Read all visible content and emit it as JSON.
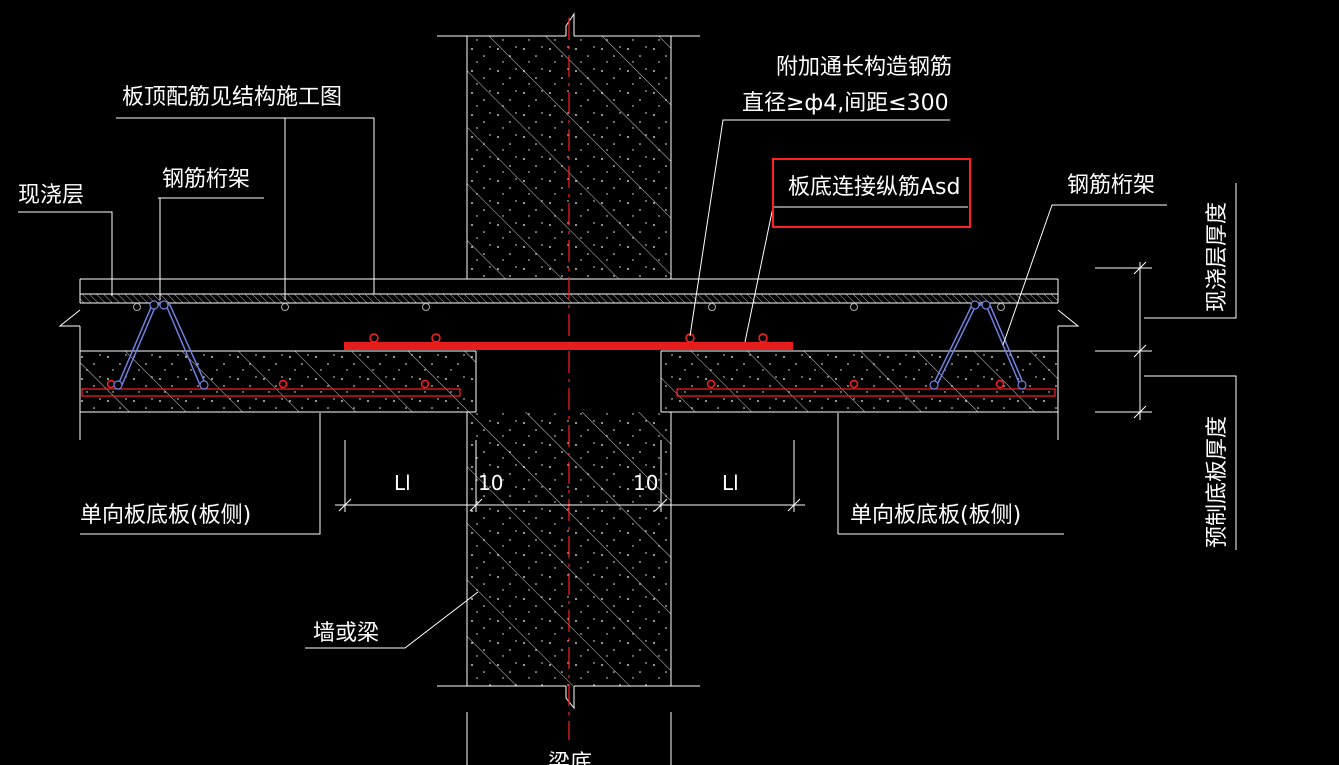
{
  "labels": {
    "cast_layer": "现浇层",
    "top_rebar_note": "板顶配筋见结构施工图",
    "truss_left": "钢筋桁架",
    "truss_right": "钢筋桁架",
    "additional_rebar_line1": "附加通长构造钢筋",
    "additional_rebar_line2": "直径≥ф4,间距≤300",
    "bottom_connection_rebar": "板底连接纵筋Asd",
    "slab_left": "单向板底板(板侧)",
    "slab_right": "单向板底板(板侧)",
    "wall_or_beam": "墙或梁",
    "beam_bottom": "梁底",
    "cast_thickness": "现浇层厚度",
    "precast_thickness": "预制底板厚度"
  },
  "dimensions": {
    "left_length": "Ll",
    "left_gap": "10",
    "right_gap": "10",
    "right_length": "Ll"
  },
  "colors": {
    "background": "#000000",
    "lines": "#ffffff",
    "rebar": "#ff2020",
    "truss": "#7080e0",
    "highlight_box": "#ff2020"
  }
}
